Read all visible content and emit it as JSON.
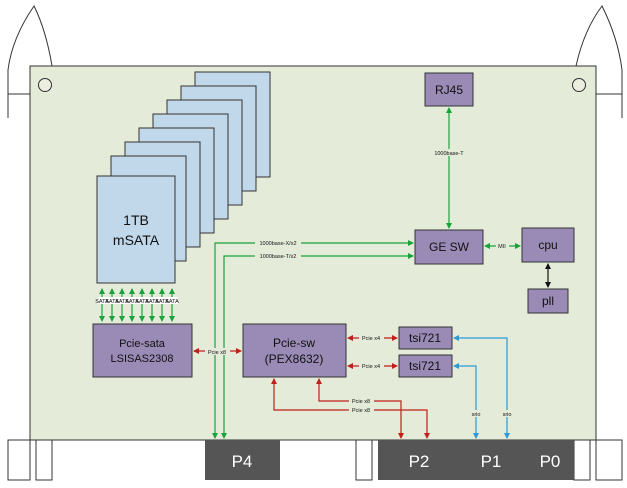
{
  "colors": {
    "board": "#e4ebd9",
    "box_purple": "#9a8ab6",
    "card_blue": "#c1d7ea",
    "port_dark": "#555555",
    "green_link": "#1aa33c",
    "red_link": "#c0201c",
    "blue_link": "#2a9ad6",
    "black_link": "#111111"
  },
  "components": {
    "rj45": "RJ45",
    "ge_sw": "GE SW",
    "cpu": "cpu",
    "pll": "pll",
    "msata_line1": "1TB",
    "msata_line2": "mSATA",
    "pcie_sata_line1": "Pcie-sata",
    "pcie_sata_line2": "LSISAS2308",
    "pcie_sw_line1": "Pcie-sw",
    "pcie_sw_line2": "(PEX8632)",
    "tsi721_a": "tsi721",
    "tsi721_b": "tsi721"
  },
  "ports": {
    "p4": "P4",
    "p2": "P2",
    "p1": "P1",
    "p0": "P0"
  },
  "link_labels": {
    "rj45_ge": "1000base-T",
    "ge_cpu": "MII",
    "p4_ge_a": "1000base-X/x2",
    "p4_ge_b": "1000base-T/x2",
    "sata": [
      "SATA",
      "SATA",
      "SATA",
      "SATA",
      "SATA",
      "SATA",
      "SATA",
      "SATA"
    ],
    "sata_pcie": "Pcie x8",
    "sw_tsi_a": "Pcie x4",
    "sw_tsi_b": "Pcie x4",
    "sw_p2_a": "Pcie x8",
    "sw_p2_b": "Pcie x8",
    "srio_a": "srio",
    "srio_b": "srio"
  }
}
